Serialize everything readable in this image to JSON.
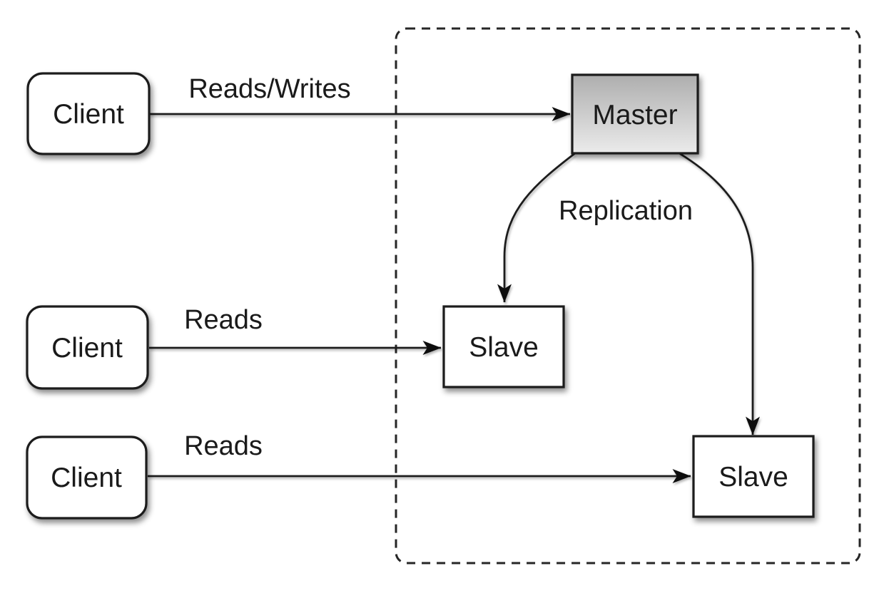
{
  "diagram": {
    "type": "architecture-diagram",
    "topic": "master-slave-replication",
    "colors": {
      "background": "#ffffff",
      "stroke": "#1c1c1c",
      "box_fill": "#ffffff",
      "master_gradient_top": "#aeaeae",
      "master_gradient_bottom": "#ebebeb",
      "text": "#1a1a1a"
    },
    "nodes": {
      "client1": {
        "label": "Client",
        "shape": "rounded-rect"
      },
      "client2": {
        "label": "Client",
        "shape": "rounded-rect"
      },
      "client3": {
        "label": "Client",
        "shape": "rounded-rect"
      },
      "master": {
        "label": "Master",
        "shape": "rect-gradient"
      },
      "slave1": {
        "label": "Slave",
        "shape": "rect"
      },
      "slave2": {
        "label": "Slave",
        "shape": "rect"
      }
    },
    "edges": {
      "client1_master": {
        "label": "Reads/Writes",
        "from": "client1",
        "to": "master"
      },
      "client2_slave1": {
        "label": "Reads",
        "from": "client2",
        "to": "slave1"
      },
      "client3_slave2": {
        "label": "Reads",
        "from": "client3",
        "to": "slave2"
      },
      "master_slaves": {
        "label": "Replication",
        "from": "master",
        "to": "slave1, slave2"
      }
    },
    "boundary": {
      "style": "dashed",
      "contains": "master, slave1, slave2"
    }
  }
}
